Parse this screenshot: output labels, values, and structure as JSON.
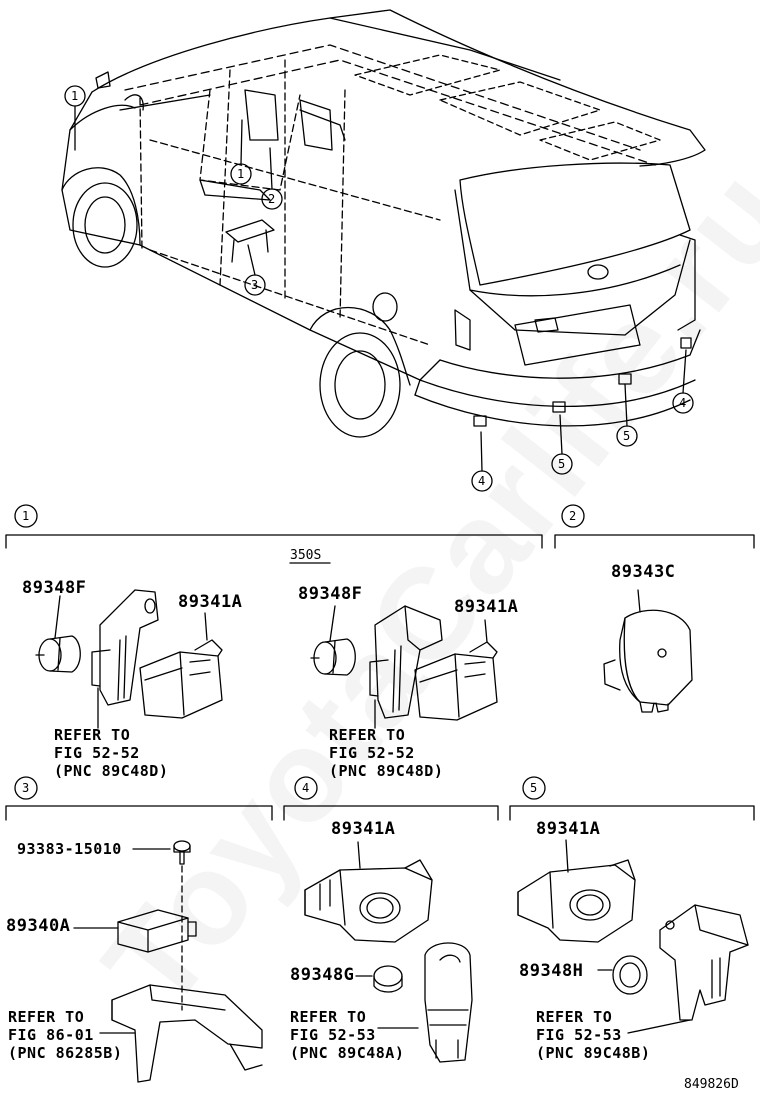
{
  "watermark": "ToyotaCarlife.ru",
  "callouts": {
    "c1a": "1",
    "c1b": "1",
    "c2": "2",
    "c3": "3",
    "c4a": "4",
    "c4b": "4",
    "c5a": "5",
    "c5b": "5"
  },
  "sections": {
    "s1": {
      "num": "1"
    },
    "s2": {
      "num": "2"
    },
    "s3": {
      "num": "3"
    },
    "s4": {
      "num": "4"
    },
    "s5": {
      "num": "5"
    }
  },
  "variant_label": "350S",
  "parts": {
    "p89348F_a": "89348F",
    "p89341A_a": "89341A",
    "p89348F_b": "89348F",
    "p89341A_b": "89341A",
    "p89343C": "89343C",
    "p93383": "93383-15010",
    "p89340A": "89340A",
    "p89341A_c": "89341A",
    "p89348G": "89348G",
    "p89341A_d": "89341A",
    "p89348H": "89348H"
  },
  "refs": {
    "r1": {
      "l1": "REFER TO",
      "l2": "FIG 52-52",
      "l3": "(PNC 89C48D)"
    },
    "r2": {
      "l1": "REFER TO",
      "l2": "FIG 52-52",
      "l3": "(PNC 89C48D)"
    },
    "r3": {
      "l1": "REFER TO",
      "l2": "FIG 86-01",
      "l3": "(PNC 86285B)"
    },
    "r4": {
      "l1": "REFER TO",
      "l2": "FIG 52-53",
      "l3": "(PNC 89C48A)"
    },
    "r5": {
      "l1": "REFER TO",
      "l2": "FIG 52-53",
      "l3": "(PNC 89C48B)"
    }
  },
  "figure_code": "849826D"
}
